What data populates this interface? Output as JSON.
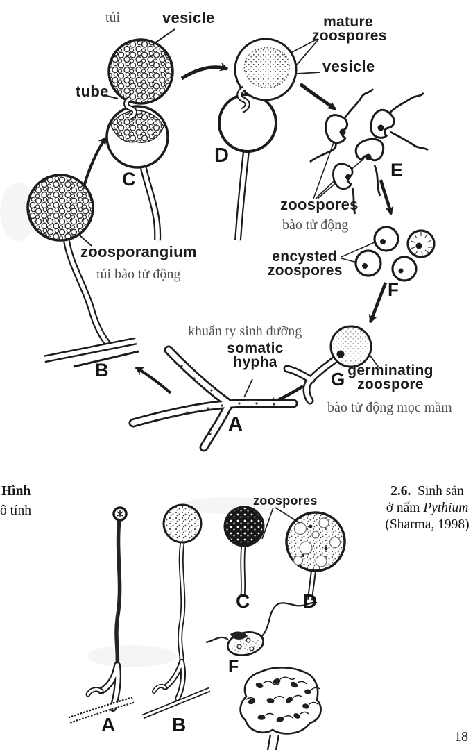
{
  "page": {
    "number": "18",
    "colors": {
      "ink": "#1c1c1c",
      "annotation": "#4f4f4f",
      "paper": "#ffffff"
    }
  },
  "caption": {
    "left_line1": "Hình",
    "left_line2": "ô tính",
    "right_number": "2.6.",
    "right_line1": "Sinh sản",
    "right_line2_prefix": "ở nấm",
    "right_line2_italic": "Pythium",
    "right_line3": "(Sharma, 1998)"
  },
  "cycle_figure": {
    "labels": {
      "tui": "túi",
      "vesicle_c": "vesicle",
      "tube": "tube",
      "mature_l1": "mature",
      "mature_l2": "zoospores",
      "vesicle_d": "vesicle",
      "zoospores_en": "zoospores",
      "zoospores_vn": "bào tử động",
      "encysted_l1": "encysted",
      "encysted_l2": "zoospores",
      "zoosporangium_en": "zoosporangium",
      "zoosporangium_vn": "túi bào tử động",
      "somatic_l1": "somatic",
      "somatic_l2": "hypha",
      "somatic_vn": "khuẩn ty sinh dưỡng",
      "germinating_l1": "germinating",
      "germinating_l2": "zoospore",
      "germinating_vn": "bào tử động mọc mầm"
    },
    "letters": {
      "a": "A",
      "b": "B",
      "c": "C",
      "d": "D",
      "e": "E",
      "f": "F",
      "g": "G"
    }
  },
  "stages_figure": {
    "labels": {
      "zoospores": "zoospores"
    },
    "letters": {
      "a": "A",
      "b": "B",
      "c": "C",
      "d": "D",
      "f": "F"
    }
  }
}
